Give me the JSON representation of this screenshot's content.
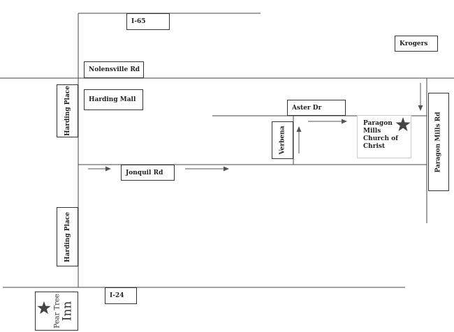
{
  "roads": {
    "i65": "I-65",
    "krogers": "Krogers",
    "nolensville": "Nolensville Rd",
    "harding_mall": "Harding Mall",
    "harding_place_top": "Harding Place",
    "harding_place_bottom": "Harding Place",
    "aster": "Aster Dr",
    "verbena": "Verbena",
    "paragon_mills_rd": "Paragon Mills Rd",
    "jonquil": "Jonquil Rd",
    "i24": "I-24"
  },
  "church": {
    "lines": [
      "Paragon",
      "Mills",
      "Church of",
      "Christ"
    ]
  },
  "inn": {
    "line1": "Pear Tree",
    "line2": "Inn"
  },
  "icons": {
    "destination": "star-icon",
    "start": "star-icon",
    "direction": "arrow-icon"
  },
  "colors": {
    "road": "#444444",
    "star": "#444444",
    "arrow": "#555555"
  }
}
